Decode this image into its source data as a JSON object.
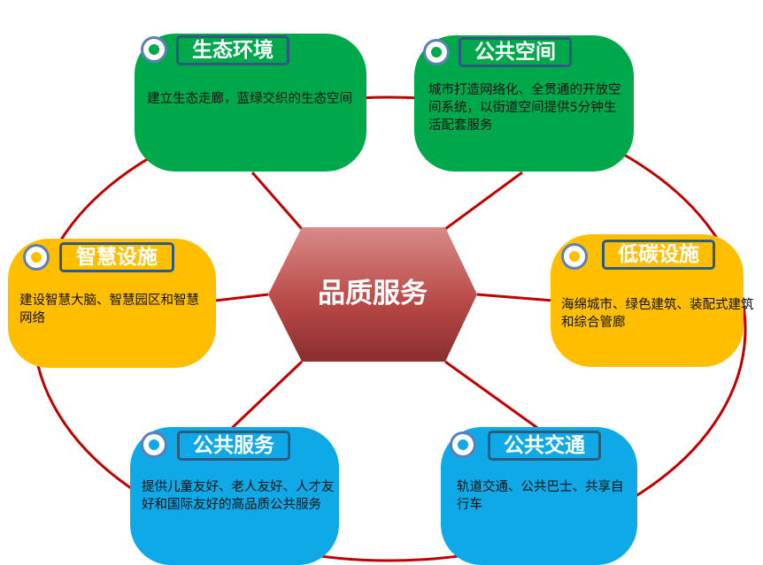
{
  "center": {
    "label": "品质服务",
    "colors": {
      "top": "#d98b88",
      "bottom": "#8a2e2e"
    }
  },
  "connector_color": "#c00000",
  "nodes": [
    {
      "id": "eco",
      "title": "生态环境",
      "description": "建立生态走廊，蓝绿交织的生态空间",
      "color": "#00a84c"
    },
    {
      "id": "public-space",
      "title": "公共空间",
      "description": "城市打造网络化、全贯通的开放空间系统，以街道空间提供5分钟生活配套服务",
      "color": "#00a84c"
    },
    {
      "id": "smart",
      "title": "智慧设施",
      "description": "建设智慧大脑、智慧园区和智慧网络",
      "color": "#ffbf00"
    },
    {
      "id": "low-carbon",
      "title": "低碳设施",
      "description": "海绵城市、绿色建筑、装配式建筑和综合管廊",
      "color": "#ffbf00"
    },
    {
      "id": "public-service",
      "title": "公共服务",
      "description": "提供儿童友好、老人友好、人才友好和国际友好的高品质公共服务",
      "color": "#0ea9e6"
    },
    {
      "id": "public-transit",
      "title": "公共交通",
      "description": "轨道交通、公共巴士、共享自行车",
      "color": "#0ea9e6"
    }
  ]
}
